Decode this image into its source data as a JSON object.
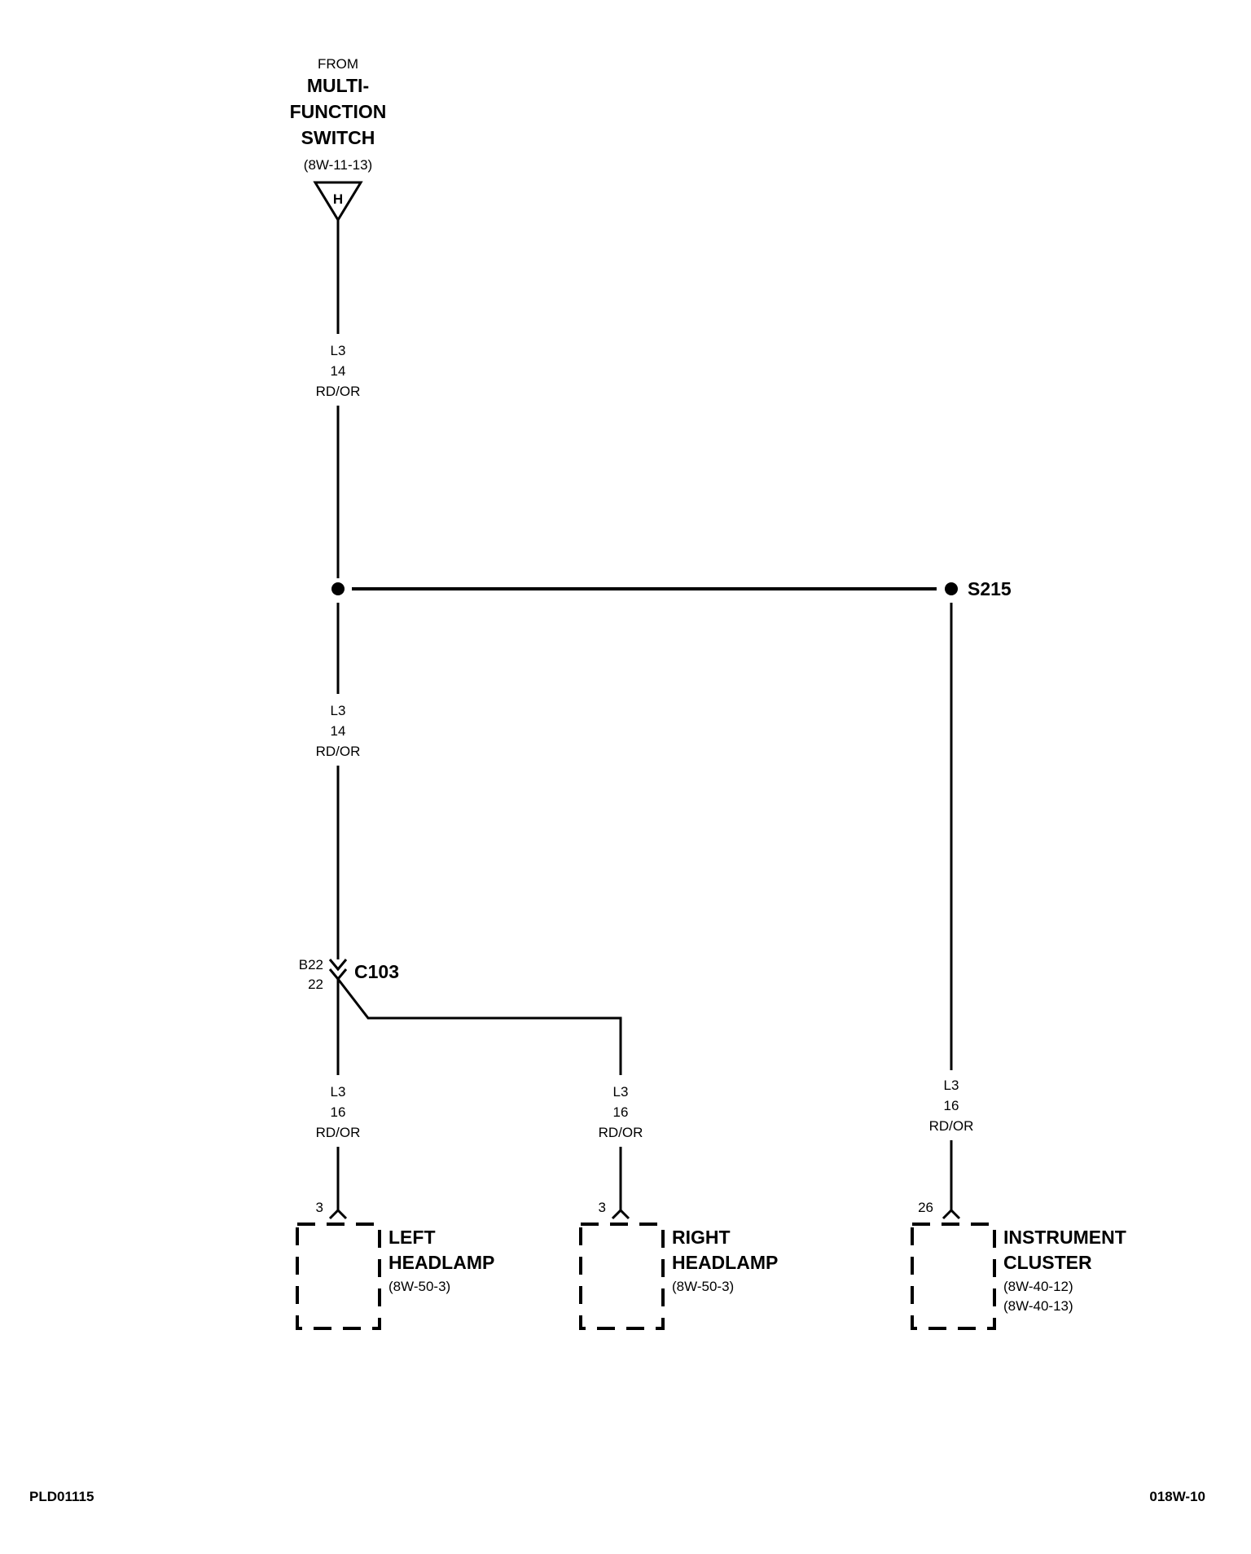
{
  "source": {
    "prefix": "FROM",
    "name_lines": [
      "MULTI-",
      "FUNCTION",
      "SWITCH"
    ],
    "ref": "(8W-11-13)",
    "connector_letter": "H"
  },
  "wire_labels": {
    "upper": [
      "L3",
      "14",
      "RD/OR"
    ],
    "middle": [
      "L3",
      "14",
      "RD/OR"
    ],
    "left": [
      "L3",
      "16",
      "RD/OR"
    ],
    "right": [
      "L3",
      "16",
      "RD/OR"
    ],
    "cluster": [
      "L3",
      "16",
      "RD/OR"
    ]
  },
  "splice": {
    "name": "S215"
  },
  "inline_connector": {
    "name": "C103",
    "pins": [
      "B22",
      "22"
    ]
  },
  "components": [
    {
      "id": "left-headlamp",
      "pin": "3",
      "name_lines": [
        "LEFT",
        "HEADLAMP"
      ],
      "refs": [
        "(8W-50-3)"
      ]
    },
    {
      "id": "right-headlamp",
      "pin": "3",
      "name_lines": [
        "RIGHT",
        "HEADLAMP"
      ],
      "refs": [
        "(8W-50-3)"
      ]
    },
    {
      "id": "instrument-cluster",
      "pin": "26",
      "name_lines": [
        "INSTRUMENT",
        "CLUSTER"
      ],
      "refs": [
        "(8W-40-12)",
        "(8W-40-13)"
      ]
    }
  ],
  "footer": {
    "left_code": "PLD01115",
    "right_code": "018W-10"
  }
}
